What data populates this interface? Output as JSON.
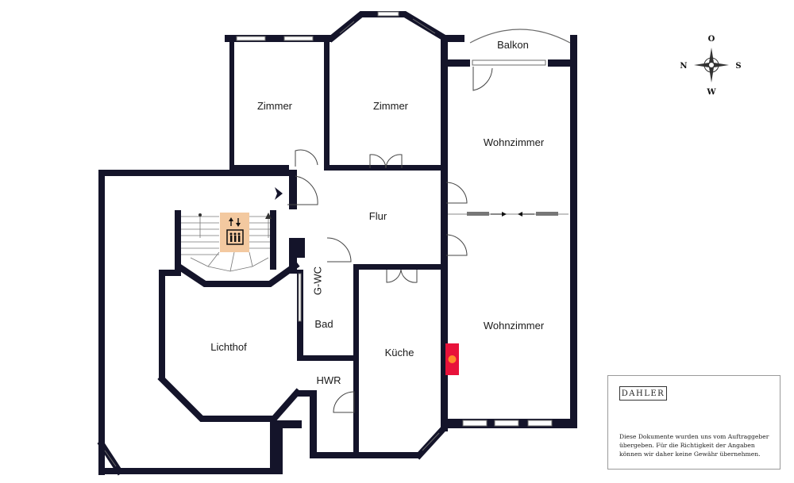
{
  "rooms": {
    "zimmer_1": "Zimmer",
    "zimmer_2": "Zimmer",
    "balkon": "Balkon",
    "wohnzimmer_1": "Wohnzimmer",
    "flur": "Flur",
    "wohnzimmer_2": "Wohnzimmer",
    "gwc": "G-WC",
    "bad": "Bad",
    "lichthof": "Lichthof",
    "kueche": "Küche",
    "hwr": "HWR"
  },
  "compass": {
    "north": "N",
    "east": "O",
    "south": "S",
    "west": "W"
  },
  "brand": {
    "logo": "DAHLER"
  },
  "disclaimer": {
    "line1": "Diese Dokumente wurden uns vom Auftraggeber",
    "line2": "übergeben. Für die Richtigkeit der Angaben",
    "line3": "können wir daher keine Gewähr übernehmen."
  },
  "colors": {
    "wall": "#14142a",
    "elevator": "#f3c9a0",
    "fireplace": "#e8123a"
  }
}
